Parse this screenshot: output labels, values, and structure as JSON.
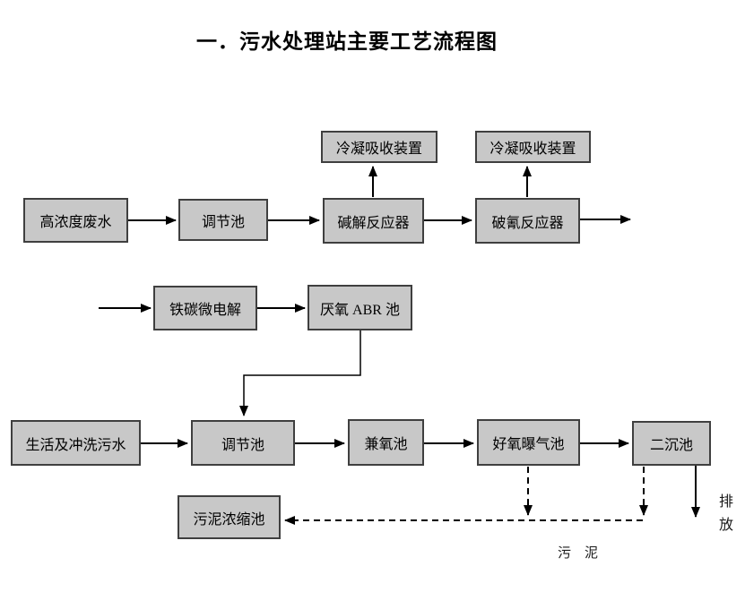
{
  "title": "一．污水处理站主要工艺流程图",
  "diagram": {
    "nodes": [
      {
        "name": "condenser-1",
        "label": "冷凝吸收装置"
      },
      {
        "name": "condenser-2",
        "label": "冷凝吸收装置"
      },
      {
        "name": "high-concentration-wastewater",
        "label": "高浓度废水"
      },
      {
        "name": "regulating-pool-1",
        "label": "调节池"
      },
      {
        "name": "alkaline-hydrolysis-reactor",
        "label": "碱解反应器"
      },
      {
        "name": "cyanide-breaking-reactor",
        "label": "破氰反应器"
      },
      {
        "name": "iron-carbon-micro-electrolysis",
        "label": "铁碳微电解"
      },
      {
        "name": "anaerobic-abr-pool",
        "label": "厌氧 ABR 池"
      },
      {
        "name": "domestic-flushing-sewage",
        "label": "生活及冲洗污水"
      },
      {
        "name": "regulating-pool-2",
        "label": "调节池"
      },
      {
        "name": "facultative-pool",
        "label": "兼氧池"
      },
      {
        "name": "aerobic-aeration-pool",
        "label": "好氧曝气池"
      },
      {
        "name": "secondary-sedimentation-pool",
        "label": "二沉池"
      },
      {
        "name": "sludge-thickening-pool",
        "label": "污泥浓缩池"
      }
    ],
    "labels": {
      "discharge": "排放",
      "sludge": "污　泥"
    },
    "colors": {
      "box_fill": "#c8c8c8",
      "box_border": "#3f3f3f",
      "arrow": "#000000",
      "background": "#ffffff"
    }
  }
}
